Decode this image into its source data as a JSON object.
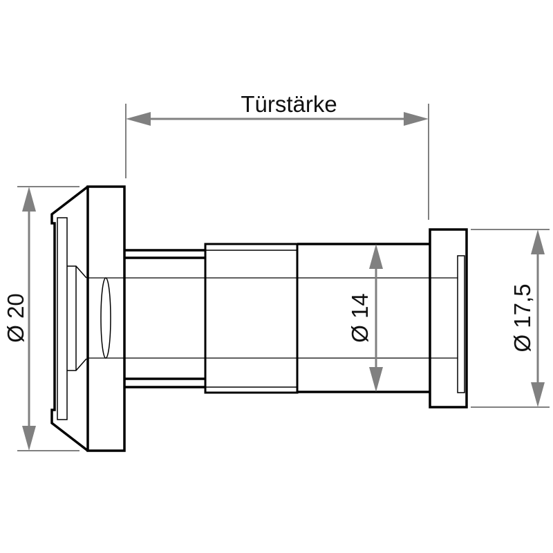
{
  "title": "Door viewer dimension drawing",
  "dimensions": {
    "door_thickness": "Türstärke",
    "outer_flange_diameter": "Ø 20",
    "tube_diameter": "Ø 14",
    "inner_flange_diameter": "Ø 17,5"
  },
  "colors": {
    "outline": "#000000",
    "dimension": "#808080"
  }
}
